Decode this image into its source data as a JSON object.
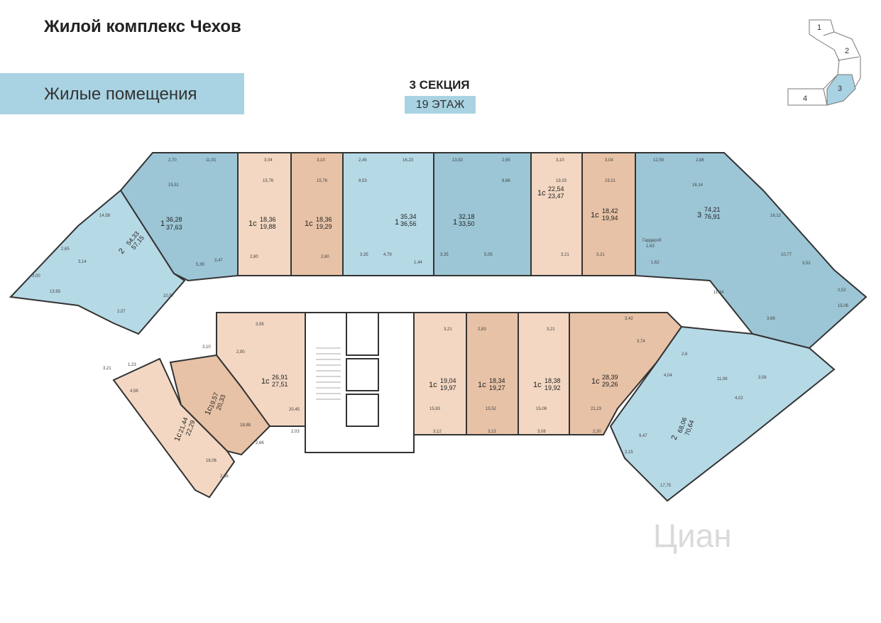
{
  "header": {
    "title": "Жилой комплекс Чехов",
    "banner": "Жилые помещения",
    "section": "3 СЕКЦИЯ",
    "floor": "19 ЭТАЖ"
  },
  "key_plan": {
    "sections": [
      "1",
      "2",
      "3",
      "4"
    ],
    "highlighted": "3"
  },
  "colors": {
    "blue_dark": "#9cc6d6",
    "blue_light": "#b6d9e6",
    "peach": "#f3d7c2",
    "tan": "#e7c2a6",
    "wall": "#333333",
    "banner": "#a9d3e2"
  },
  "apartments": [
    {
      "id": "a1",
      "rooms": "2",
      "area_living": "54,33",
      "area_total": "57,15",
      "color": "blue_light"
    },
    {
      "id": "a2",
      "rooms": "1",
      "area_living": "36,28",
      "area_total": "37,63",
      "color": "blue_dark"
    },
    {
      "id": "a3",
      "rooms": "1с",
      "area_living": "18,36",
      "area_total": "19,88",
      "color": "peach"
    },
    {
      "id": "a4",
      "rooms": "1с",
      "area_living": "18,36",
      "area_total": "19,29",
      "color": "tan"
    },
    {
      "id": "a5",
      "rooms": "1",
      "area_living": "35,34",
      "area_total": "36,56",
      "color": "blue_light"
    },
    {
      "id": "a6",
      "rooms": "1",
      "area_living": "32,18",
      "area_total": "33,50",
      "color": "blue_dark"
    },
    {
      "id": "a7",
      "rooms": "1с",
      "area_living": "22,54",
      "area_total": "23,47",
      "color": "peach"
    },
    {
      "id": "a8",
      "rooms": "1с",
      "area_living": "18,42",
      "area_total": "19,94",
      "color": "tan"
    },
    {
      "id": "a9",
      "rooms": "3",
      "area_living": "74,21",
      "area_total": "76,91",
      "color": "blue_dark"
    },
    {
      "id": "a10",
      "rooms": "1с",
      "area_living": "26,91",
      "area_total": "27,51",
      "color": "peach"
    },
    {
      "id": "a11",
      "rooms": "1с",
      "area_living": "19,57",
      "area_total": "20,33",
      "color": "tan"
    },
    {
      "id": "a12",
      "rooms": "1с",
      "area_living": "21,44",
      "area_total": "22,29",
      "color": "peach"
    },
    {
      "id": "a13",
      "rooms": "1с",
      "area_living": "19,04",
      "area_total": "19,97",
      "color": "peach"
    },
    {
      "id": "a14",
      "rooms": "1с",
      "area_living": "18,34",
      "area_total": "19,27",
      "color": "tan"
    },
    {
      "id": "a15",
      "rooms": "1с",
      "area_living": "18,38",
      "area_total": "19,92",
      "color": "peach"
    },
    {
      "id": "a16",
      "rooms": "1с",
      "area_living": "28,39",
      "area_total": "29,26",
      "color": "tan"
    },
    {
      "id": "a17",
      "rooms": "2",
      "area_living": "68,06",
      "area_total": "70,64",
      "color": "blue_light"
    }
  ],
  "room_areas": {
    "balconies_top": [
      "2,70",
      "11,91",
      "3,04",
      "3,10",
      "2,45",
      "16,23",
      "13,92",
      "2,65",
      "3,10",
      "3,04",
      "12,59",
      "2,88"
    ],
    "rooms_top": [
      "15,51",
      "15,76",
      "15,76",
      "9,53",
      "9,86",
      "19,33",
      "19,21",
      "16,14",
      "14,58",
      "16,12",
      "10,77"
    ],
    "baths_top": [
      "3,47",
      "2,60",
      "2,60",
      "3,35",
      "4,79",
      "1,44",
      "3,35",
      "5,05",
      "3,21",
      "3,21",
      "1,62",
      "1,63"
    ],
    "misc": [
      "5,39",
      "10,57",
      "2,65",
      "3,14",
      "3,00",
      "13,93",
      "2,07",
      "11,44",
      "3,69",
      "3,52",
      "2,52",
      "15,06"
    ],
    "rooms_bottom": [
      "3,56",
      "2,90",
      "3,10",
      "20,45",
      "2,03",
      "3,21",
      "2,83",
      "3,21",
      "3,42",
      "3,74",
      "15,83",
      "15,52",
      "15,08",
      "21,23"
    ],
    "balconies_bottom": [
      "3,12",
      "3,13",
      "3,08",
      "2,30",
      "2,66",
      "18,06",
      "18,88",
      "2,86",
      "3,21",
      "1,23",
      "4,56",
      "4,04",
      "11,06",
      "4,02",
      "3,56",
      "2,6",
      "9,47",
      "2,15",
      "17,75"
    ],
    "wardrobe_label": "Гардероб"
  },
  "watermark": "Циан"
}
